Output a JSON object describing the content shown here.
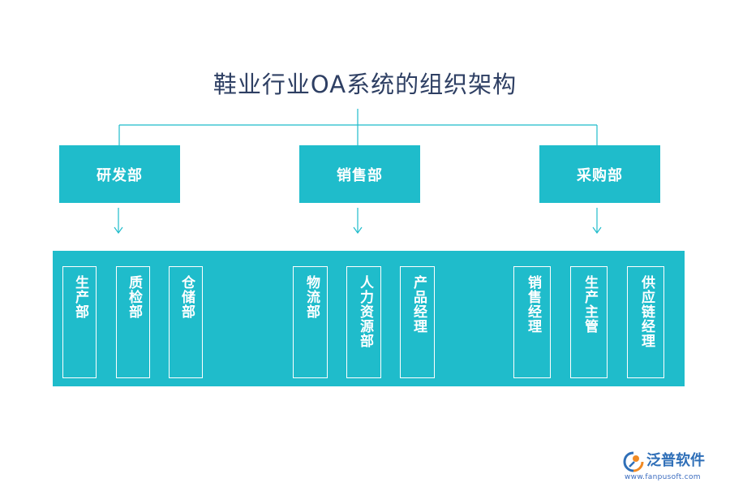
{
  "title": "鞋业行业OA系统的组织架构",
  "departments": [
    {
      "name": "研发部",
      "subs": [
        "生产部",
        "质检部",
        "仓储部"
      ]
    },
    {
      "name": "销售部",
      "subs": [
        "物流部",
        "人力资源部",
        "产品经理"
      ]
    },
    {
      "name": "采购部",
      "subs": [
        "销售经理",
        "生产主管",
        "供应链经理"
      ]
    }
  ],
  "colors": {
    "box": "#1fbccb",
    "line": "#1fbccb",
    "title": "#2e3f63"
  },
  "logo": {
    "name": "泛普软件",
    "url": "www.fanpusoft.com"
  }
}
